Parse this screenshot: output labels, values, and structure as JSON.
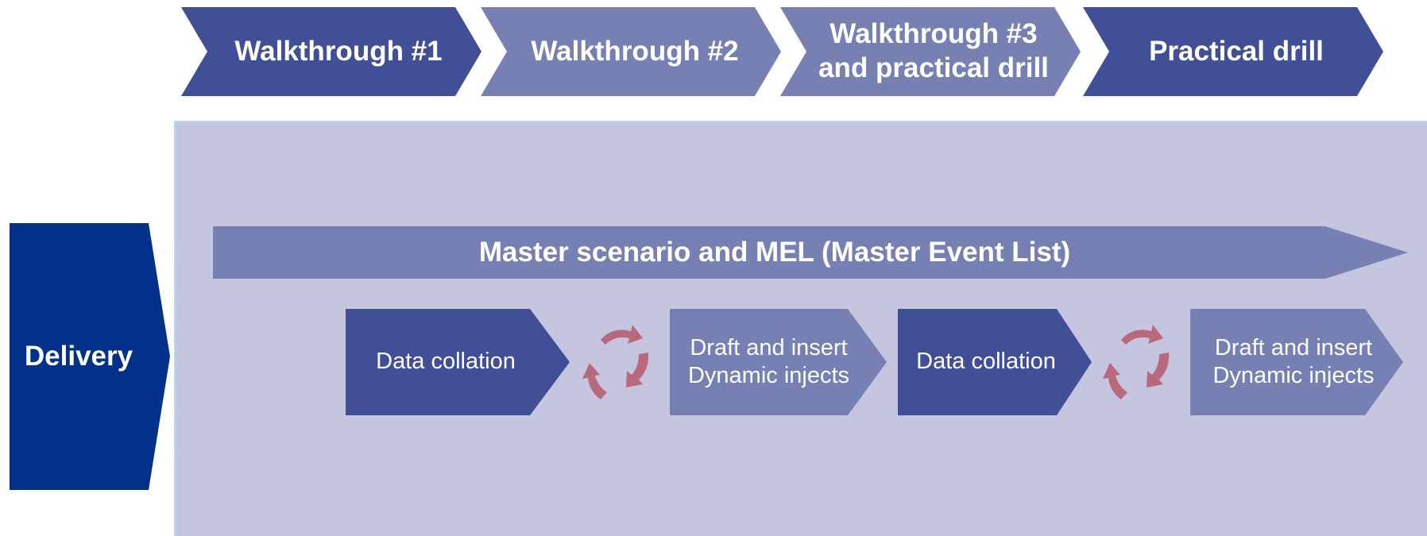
{
  "phases": [
    {
      "label": "Walkthrough #1",
      "color": "#414f97"
    },
    {
      "label": "Walkthrough #2",
      "color": "#7680b3"
    },
    {
      "label": "Walkthrough #3\nand practical drill",
      "color": "#7680b3"
    },
    {
      "label": "Practical drill",
      "color": "#414f97"
    }
  ],
  "delivery": {
    "label": "Delivery",
    "color": "#02318a"
  },
  "master": {
    "label": "Master scenario and MEL (Master Event List)",
    "color": "#7680b3"
  },
  "steps": [
    {
      "label": "Data collation",
      "color": "#414f97"
    },
    {
      "label": "Draft and insert\nDynamic injects",
      "color": "#7680b3"
    },
    {
      "label": "Data collation",
      "color": "#414f97"
    },
    {
      "label": "Draft and insert\nDynamic injects",
      "color": "#7680b3"
    }
  ],
  "colors": {
    "panel": "#c5c5df",
    "cycle_arrow": "#b86a7c"
  },
  "icons": [
    "cycle-arrows-icon",
    "cycle-arrows-icon"
  ]
}
